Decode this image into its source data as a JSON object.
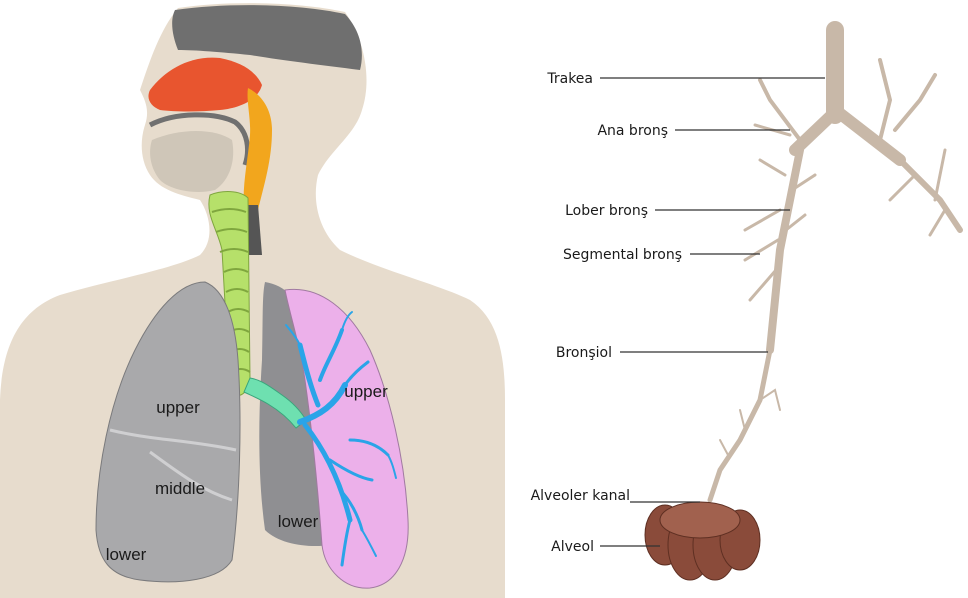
{
  "left_figure": {
    "lung_labels": {
      "right_upper": "upper",
      "right_middle": "middle",
      "right_lower": "lower",
      "left_upper": "upper",
      "left_lower": "lower"
    },
    "colors": {
      "skin": "#e7dccd",
      "head_shadow": "#6f6f6f",
      "nasal_cavity": "#e8552f",
      "pharynx": "#f2a61d",
      "trachea": "#b6e06a",
      "bronchus": "#6ee0b0",
      "right_lung": "#a9a9ab",
      "left_lung_inner": "#8f8f92",
      "left_lung_highlight": "#ecb0ea",
      "bronchial_tree": "#2aa4e8"
    }
  },
  "right_figure": {
    "labels": [
      "Trakea",
      "Ana bronş",
      "Lober bronş",
      "Segmental bronş",
      "Bronşiol",
      "Alveoler kanal",
      "Alveol"
    ],
    "colors": {
      "line": "#333333",
      "tree": "#c8b8a8",
      "alveoli": "#8a4b3a"
    }
  }
}
